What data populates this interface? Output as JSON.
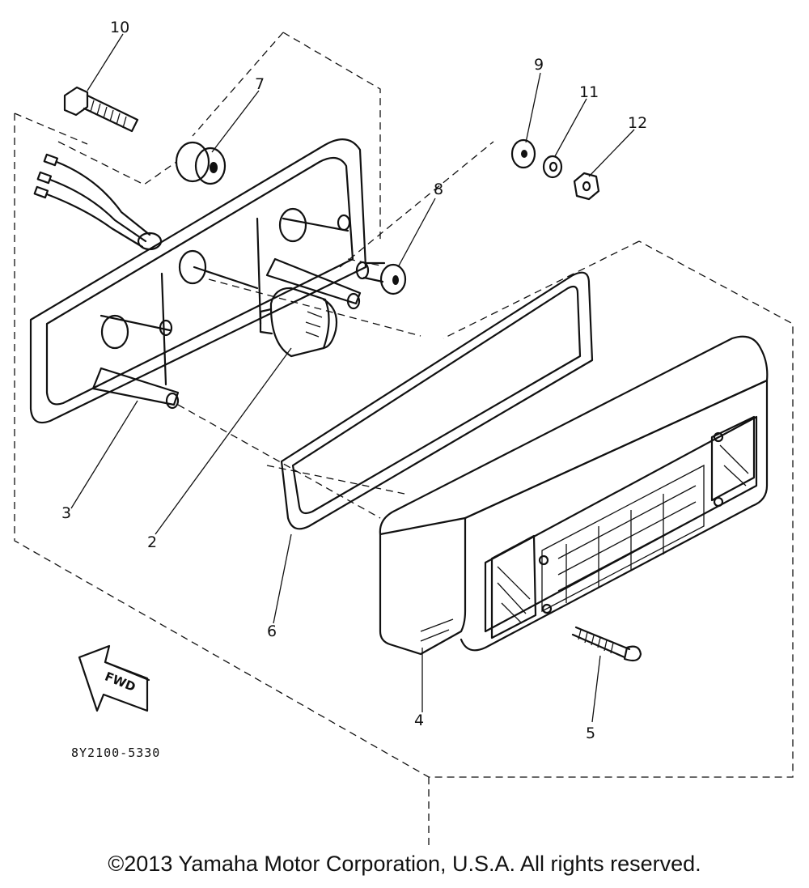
{
  "callouts": [
    {
      "label": "10"
    },
    {
      "label": "7"
    },
    {
      "label": "9"
    },
    {
      "label": "11"
    },
    {
      "label": "12"
    },
    {
      "label": "8"
    },
    {
      "label": "3"
    },
    {
      "label": "2"
    },
    {
      "label": "6"
    },
    {
      "label": "4"
    },
    {
      "label": "5"
    }
  ],
  "direction_label": "FWD",
  "diagram_code": "8Y2100-5330",
  "copyright": "©2013 Yamaha Motor Corporation, U.S.A. All rights reserved.",
  "icons": {
    "direction": "fwd-arrow-icon"
  }
}
